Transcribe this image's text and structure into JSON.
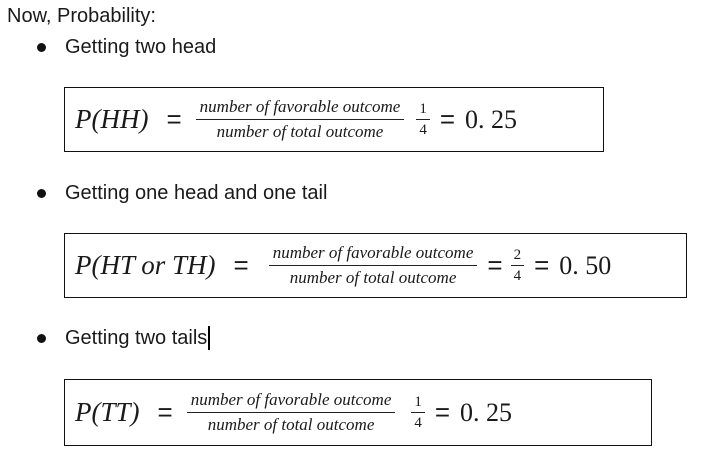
{
  "heading": "Now, Probability:",
  "items": [
    {
      "label": "Getting two head",
      "formula": {
        "lhs": "P(HH)",
        "eq": "=",
        "numerator": "number of favorable outcome",
        "denominator": "number of total outcome",
        "eq2": "",
        "frac_num": "1",
        "frac_den": "4",
        "eq3": "=",
        "result": "0. 25"
      }
    },
    {
      "label": "Getting one head and one tail",
      "formula": {
        "lhs": "P(HT or TH)",
        "eq": "=",
        "numerator": "number of favorable outcome",
        "denominator": "number of total outcome",
        "eq2": "=",
        "frac_num": "2",
        "frac_den": "4",
        "eq3": "=",
        "result": "0. 50"
      }
    },
    {
      "label": "Getting two tails",
      "formula": {
        "lhs": "P(TT)",
        "eq": "=",
        "numerator": "number of favorable outcome",
        "denominator": "number of total outcome",
        "eq2": "",
        "frac_num": "1",
        "frac_den": "4",
        "eq3": "=",
        "result": "0. 25"
      }
    }
  ]
}
